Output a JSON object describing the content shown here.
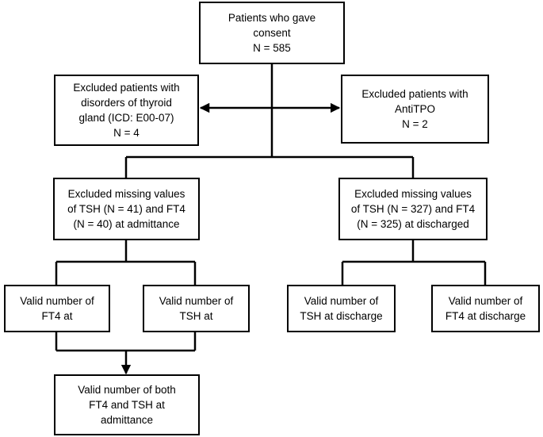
{
  "nodes": {
    "consent": {
      "lines": [
        "Patients who gave",
        "consent",
        "N = 585"
      ]
    },
    "excl_thyroid": {
      "lines": [
        "Excluded patients with",
        "disorders of thyroid",
        "gland (ICD: E00-07)",
        "N = 4"
      ]
    },
    "excl_antitpo": {
      "lines": [
        "Excluded patients with",
        "AntiTPO",
        "N = 2"
      ]
    },
    "missing_admit": {
      "lines": [
        "Excluded missing values",
        "of TSH (N = 41) and FT4",
        "(N = 40) at admittance"
      ]
    },
    "missing_discharge": {
      "lines": [
        "Excluded missing values",
        "of TSH (N = 327) and FT4",
        "(N = 325) at discharged"
      ]
    },
    "valid_ft4_admit": {
      "lines": [
        "Valid number of",
        "FT4 at"
      ]
    },
    "valid_tsh_admit": {
      "lines": [
        "Valid number of",
        "TSH at"
      ]
    },
    "valid_tsh_discharge": {
      "lines": [
        "Valid number of",
        "TSH at discharge"
      ]
    },
    "valid_ft4_discharge": {
      "lines": [
        "Valid number of",
        "FT4 at discharge"
      ]
    },
    "valid_both_admit": {
      "lines": [
        "Valid number of both",
        "FT4 and TSH at",
        "admittance"
      ]
    }
  },
  "edges": [
    {
      "from": "consent",
      "to": "excl_thyroid",
      "style": "arrow"
    },
    {
      "from": "consent",
      "to": "excl_antitpo",
      "style": "arrow"
    },
    {
      "from": "consent",
      "to": "missing_admit",
      "style": "line"
    },
    {
      "from": "consent",
      "to": "missing_discharge",
      "style": "line"
    },
    {
      "from": "missing_admit",
      "to": "valid_ft4_admit",
      "style": "line"
    },
    {
      "from": "missing_admit",
      "to": "valid_tsh_admit",
      "style": "line"
    },
    {
      "from": "missing_discharge",
      "to": "valid_tsh_discharge",
      "style": "line"
    },
    {
      "from": "missing_discharge",
      "to": "valid_ft4_discharge",
      "style": "line"
    },
    {
      "from": "valid_ft4_admit",
      "to": "valid_both_admit",
      "style": "arrow"
    },
    {
      "from": "valid_tsh_admit",
      "to": "valid_both_admit",
      "style": "arrow"
    }
  ]
}
